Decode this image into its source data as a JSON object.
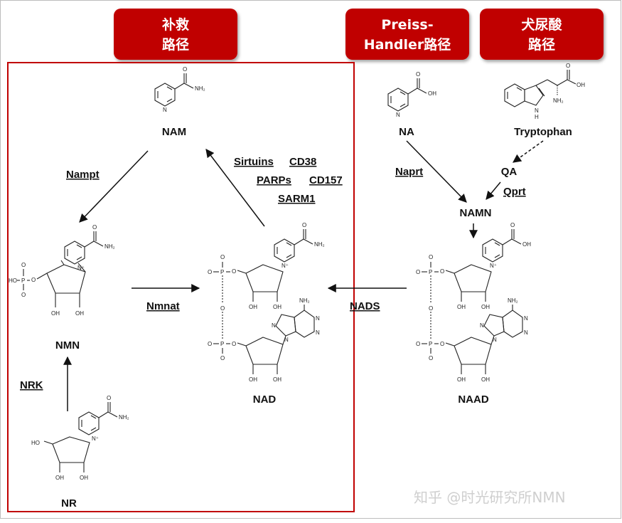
{
  "headers": {
    "salvage": [
      "补救",
      "路径"
    ],
    "preiss": [
      "Preiss-",
      "Handler路径"
    ],
    "kynurenine": [
      "犬尿酸",
      "路径"
    ]
  },
  "molecules": {
    "nam": "NAM",
    "nmn": "NMN",
    "nr": "NR",
    "nad": "NAD",
    "na": "NA",
    "tryptophan": "Tryptophan",
    "qa": "QA",
    "namn": "NAMN",
    "naad": "NAAD"
  },
  "enzymes": {
    "nampt": "Nampt",
    "sirtuins": "Sirtuins",
    "cd38": "CD38",
    "parps": "PARPs",
    "cd157": "CD157",
    "sarm1": "SARM1",
    "nmnat": "Nmnat",
    "nrk": "NRK",
    "naprt": "Naprt",
    "qprt": "Qprt",
    "nads": "NADS"
  },
  "atoms": {
    "nh2": "NH₂",
    "oh": "OH",
    "n": "N",
    "nplus": "N⁺",
    "p": "P",
    "o": "O",
    "ho": "HO",
    "h": "H"
  },
  "watermark": "知乎 @时光研究所NMN",
  "colors": {
    "header_red": "#c00000",
    "box_red": "#c00000"
  }
}
